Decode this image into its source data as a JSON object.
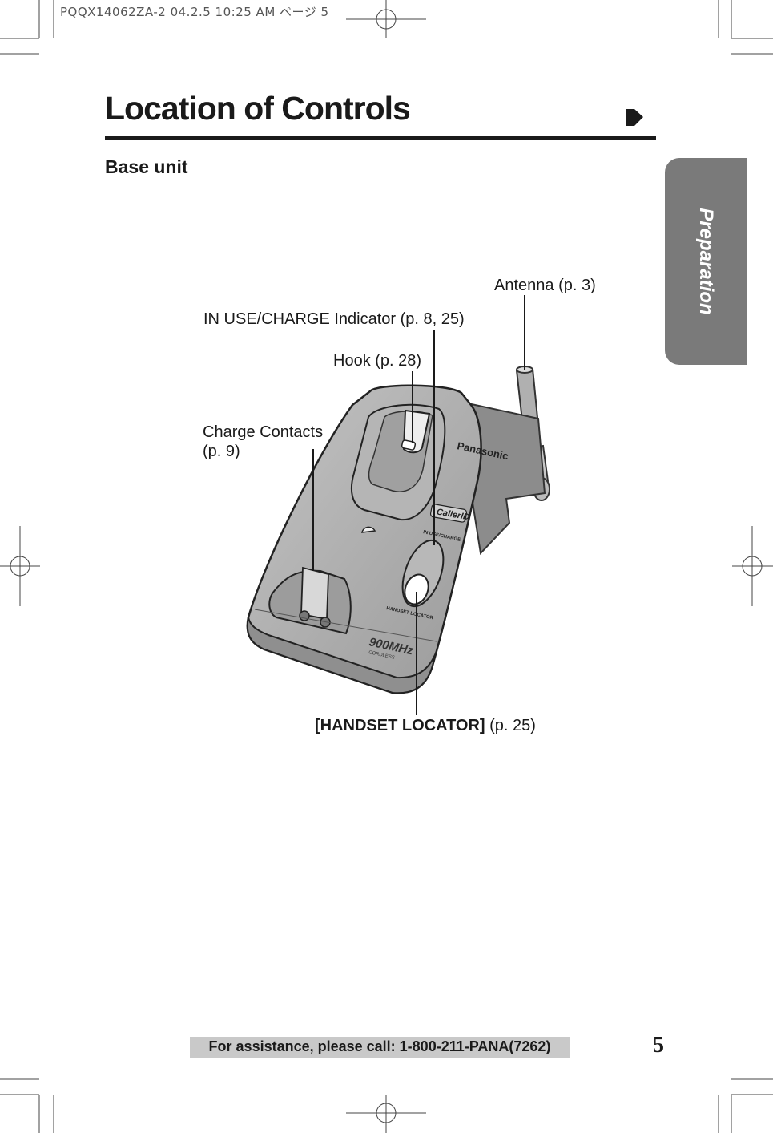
{
  "header": {
    "print_slug": "PQQX14062ZA-2  04.2.5 10:25 AM  ページ 5"
  },
  "page": {
    "title": "Location of Controls",
    "section": "Base unit",
    "side_tab": "Preparation",
    "page_number": "5",
    "footer": "For assistance, please call: 1-800-211-PANA(7262)"
  },
  "callouts": {
    "antenna": "Antenna (p. 3)",
    "in_use_indicator": "IN USE/CHARGE Indicator (p. 8, 25)",
    "hook": "Hook (p. 28)",
    "charge_contacts_line1": "Charge Contacts",
    "charge_contacts_line2": "(p. 9)",
    "handset_locator_button": "[HANDSET LOCATOR]",
    "handset_locator_ref": " (p. 25)"
  },
  "device_markings": {
    "brand": "Panasonic",
    "caller_id_logo": "CallerID",
    "indicator_label": "IN USE/CHARGE",
    "locator_label": "HANDSET LOCATOR",
    "band": "900MHz",
    "band_sub": "CORDLESS"
  },
  "colors": {
    "tab_gray": "#7a7a7a",
    "footer_gray": "#c9c9c9",
    "device_gray": "#a9a9a9",
    "ink": "#1a1a1a"
  }
}
